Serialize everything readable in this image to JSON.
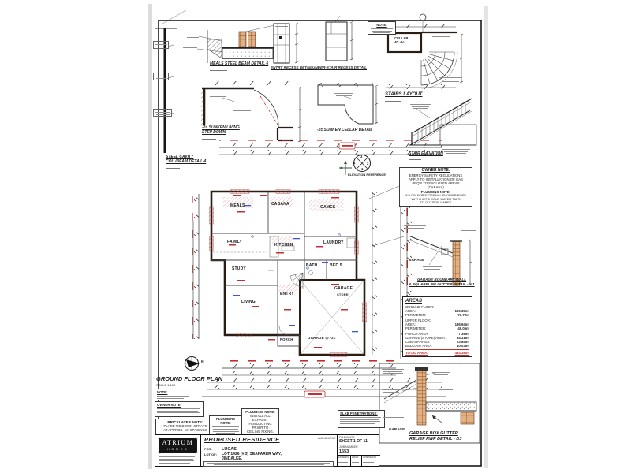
{
  "details": {
    "steel_cavity": {
      "title1": "STEEL CAVITY",
      "title2": "COL./BEAM DETAIL 4"
    },
    "meals_beam": {
      "title": "MEALS STEEL BEAM DETAIL 6"
    },
    "entry_recess": {
      "title": "ENTRY RECESS DETAIL"
    },
    "under_stair": {
      "title": "UNDER-STAIR RECESS DETAIL"
    },
    "top_note": {
      "title": "NOTE:"
    },
    "stairs_layout": {
      "title": "STAIRS LAYOUT",
      "cellar1": "CELLAR",
      "cellar2": "AT -8c"
    },
    "stair_elevation": {
      "title": "STAIR ELEVATION"
    },
    "sunken_living": {
      "title1": "-2c SUNKEN LIVING",
      "title2": "STEP DOWN"
    },
    "sunken_cellar": {
      "title": "-2c SUNKEN CELLAR DETAIL"
    },
    "garage_boundary": {
      "title1": "GARAGE BOUNDARY WALL",
      "title2": "& SQUARELINE GUTTER DETAIL -D11",
      "label": "GARAGE"
    },
    "garage_gutter": {
      "title1": "GARAGE BOX GUTTER",
      "title2": "RELIEF RWP DETAIL - D3",
      "label": "GARAGE"
    }
  },
  "plan": {
    "title": "GROUND FLOOR PLAN",
    "scale": "SCALE 1:100",
    "note_title": "NOTE:",
    "north": "N",
    "elevation_ref": "ELEVATION REFERENCE",
    "ref_nums": {
      "n1": "1",
      "n2": "2",
      "n3": "3",
      "n4": "4"
    },
    "rooms": {
      "meals": "MEALS",
      "cabana": "CABANA",
      "games": "GAMES",
      "family": "FAMILY",
      "kitchen": "KITCHEN",
      "laundry": "LAUNDRY",
      "study": "STUDY",
      "living": "LIVING",
      "entry": "ENTRY",
      "porch": "PORCH",
      "bath": "BATH",
      "bed5": "BED 5",
      "garage": "GARAGE",
      "store": "STORE",
      "garage2": "GARAGE @ -2c"
    }
  },
  "owner_note_plan": {
    "title": "OWNER NOTE:",
    "l1": "ENERGY SAFETY REGULATIONS",
    "l2": "APPLY TO INSTALLATION OF GAS",
    "l3": "BBQ'S TO ENCLOSED AREAS",
    "l4": "(CABANA)",
    "sub_title": "PLUMBING NOTE:",
    "s1": "ALLOW FOR EXTERNAL SHOWER ROSE",
    "s2": "WITH HOT & COLD WATER TAPS",
    "s3": "TO OUTSIDE GAMES"
  },
  "areas": {
    "title": "AREAS",
    "ground_floor": "GROUND FLOOR:",
    "area_label": "AREA:",
    "perimeter_label": "PERIMETER:",
    "ground_area": "165.35m²",
    "ground_perimeter": "73.72m",
    "upper_floor": "UPPER FLOOR:",
    "upper_area": "136.94m²",
    "upper_perimeter": "49.05m",
    "porch_label": "PORCH AREA:",
    "porch_value": "7.39m²",
    "garage_label": "GARAGE (STORE) AREA:",
    "garage_value": "84.31m²",
    "cabana_label": "CABANA AREA:",
    "cabana_value": "23.84m²",
    "balcony_label": "BALCONY AREA:",
    "balcony_value": "10.03m²",
    "total_label": "TOTAL AREA:",
    "total_value": "434.38m²"
  },
  "notes": {
    "owner": {
      "title": "OWNER NOTE:"
    },
    "bricklayer": {
      "title": "BRICKLAYER NOTE:",
      "l1": "PLACE TIE DOWN STRAPS",
      "l2": "AT APPROX. 1m SPACINGS"
    },
    "plumbers": {
      "title": "PLUMBERS NOTE:"
    },
    "plumbing": {
      "title": "PLUMBING NOTE:",
      "l1": "INSTALL ALL EXHAUST",
      "l2": "FAN DUCTING PRIOR TO",
      "l3": "CEILING FIXING."
    },
    "slab": {
      "title": "SLAB PENETRATIONS:"
    }
  },
  "title_block": {
    "logo1": "ATRIUM",
    "logo2": "HOMES",
    "project": "PROPOSED RESIDENCE",
    "for_label": "FOR:",
    "for_value": "LUCAS",
    "lot_label": "LOT OF:",
    "lot_line1": "LOT 1426 (# 3) SEAFARER WAY,",
    "lot_line2": "JINDALEE.",
    "amendment": "AMENDMENT",
    "drawings_label": "DRAWINGS",
    "sheet": "SHEET 1 OF 11",
    "job_label": "JOB NUMBER",
    "job_value": "1553",
    "col_drawn": "DRAWN",
    "col_date": "DATE",
    "col_changed": "CHANGED"
  }
}
